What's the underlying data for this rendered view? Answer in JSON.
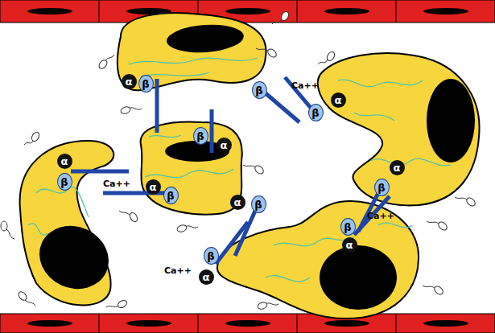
{
  "diagram": {
    "nodes": [
      {
        "text": [
          "α"
        ]
      },
      {
        "text": [
          "β"
        ]
      },
      {
        "text": [
          "β"
        ]
      },
      {
        "text": [
          "β"
        ]
      },
      {
        "text": [
          "α"
        ]
      },
      {
        "text": [
          "α"
        ]
      },
      {
        "text": [
          "β"
        ]
      },
      {
        "text": [
          "β"
        ]
      },
      {
        "text": [
          "α"
        ]
      },
      {
        "text": [
          "α"
        ]
      },
      {
        "text": [
          "β"
        ]
      },
      {
        "text": [
          "α"
        ]
      },
      {
        "text": [
          "β"
        ]
      },
      {
        "text": [
          "α"
        ]
      },
      {
        "text": [
          "β"
        ]
      },
      {
        "text": [
          "β"
        ]
      },
      {
        "text": [
          "α"
        ]
      },
      {
        "text": [
          "β"
        ]
      },
      {
        "text": [
          "α"
        ]
      }
    ],
    "labels": [
      "Ca++",
      "Ca++",
      "Ca++",
      "Ca++"
    ]
  }
}
